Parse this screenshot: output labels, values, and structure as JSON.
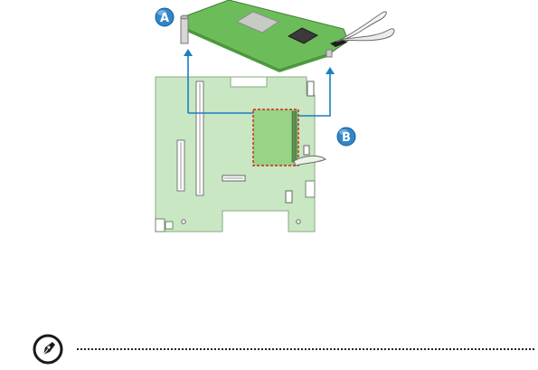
{
  "diagram": {
    "callouts": [
      {
        "id": "A",
        "label": "A"
      },
      {
        "id": "B",
        "label": "B"
      }
    ]
  },
  "colors": {
    "module_board": "#6cbd5a",
    "motherboard": "#c9e7c3",
    "highlight_fill": "#98d485",
    "highlight_border": "#d62020",
    "arrow": "#1c7fc1",
    "callout_fill": "#2f86c9"
  },
  "note": {
    "icon": "pen-nib-icon"
  }
}
